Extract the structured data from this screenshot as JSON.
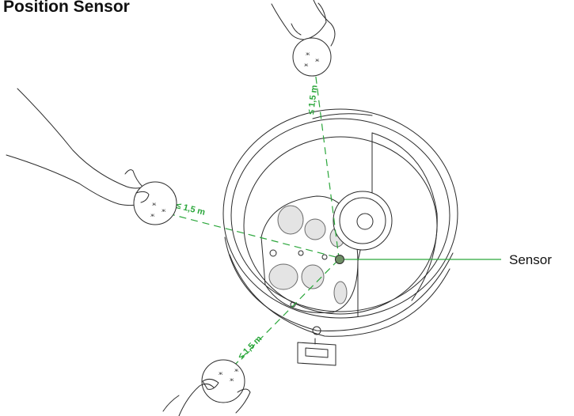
{
  "title": "Position Sensor",
  "sensor_label": "Sensor",
  "distance_labels": {
    "top": "≤ 1,5 m",
    "left": "≤ 1,5 m",
    "bottom": "≤ 1,5 m"
  },
  "colors": {
    "accent_green": "#2aa63a",
    "outline": "#2b2b2b",
    "sensor_dot": "#6f8f66"
  },
  "icons": [
    "hand-icon",
    "ball-icon",
    "sensor-dot-icon",
    "basket-icon"
  ]
}
